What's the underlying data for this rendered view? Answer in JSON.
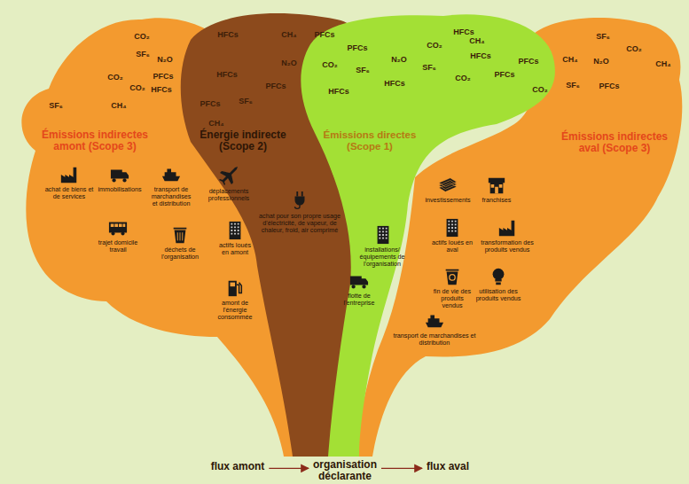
{
  "diagram": {
    "nodes": [
      {
        "text": [
          "Émissions indirectes amont (Scope 3)"
        ]
      },
      {
        "text": [
          "Énergie indirecte (Scope 2)"
        ]
      },
      {
        "text": [
          "Émissions directes (Scope 1)"
        ]
      },
      {
        "text": [
          "Émissions indirectes aval (Scope 3)"
        ]
      },
      {
        "text": [
          "flux amont"
        ]
      },
      {
        "text": [
          "organisation déclarante"
        ]
      },
      {
        "text": [
          "flux aval"
        ]
      }
    ],
    "edges": [
      {
        "from": 4,
        "to": 5,
        "arrow": "to"
      },
      {
        "from": 5,
        "to": 6,
        "arrow": "to"
      }
    ],
    "labels": [
      "CO₂",
      "SF₆",
      "N₂O",
      "CO₂",
      "PFCs",
      "CO₂",
      "HFCs",
      "SF₆",
      "CH₄",
      "HFCs",
      "CH₄",
      "PFCs",
      "N₂O",
      "HFCs",
      "PFCs",
      "SF₆",
      "PFCs",
      "CH₄",
      "PFCs",
      "CO₂",
      "SF₆",
      "N₂O",
      "HFCs",
      "HFCs",
      "CO₂",
      "SF₆",
      "CH₄",
      "HFCs",
      "HFCs",
      "CO₂",
      "PFCs",
      "PFCs",
      "CO₂",
      "SF₆",
      "CO₂",
      "CH₄",
      "CH₄",
      "N₂O",
      "SF₆",
      "PFCs",
      "achat de biens et de services",
      "immobilisations",
      "transport de marchandises et distribution",
      "déplacements professionnels",
      "trajet domicile travail",
      "déchets de l'organisation",
      "actifs loués en amont",
      "amont de l'énergie consommée",
      "achat pour son propre usage d'électricité, de vapeur, de chaleur, froid, air comprimé",
      "installations/ équipements de l'organisation",
      "flotte de l'entreprise",
      "investissements",
      "franchises",
      "actifs loués en aval",
      "transformation des produits vendus",
      "fin de vie des produits vendus",
      "utilisation des produits vendus",
      "transport de marchandises et distribution"
    ]
  }
}
